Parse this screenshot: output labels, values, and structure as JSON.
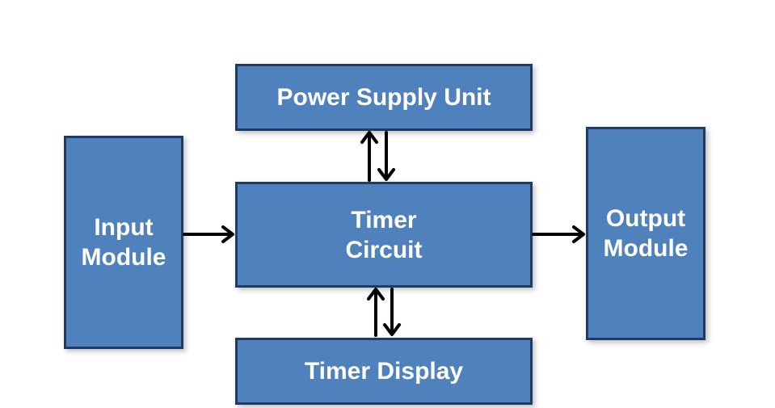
{
  "colors": {
    "block_fill": "#4f81bd",
    "block_border": "#1f3a64",
    "text": "#ffffff",
    "arrow": "#000000"
  },
  "blocks": {
    "power_supply": "Power Supply Unit",
    "input_module": "Input\nModule",
    "timer_circuit": "Timer\nCircuit",
    "output_module": "Output\nModule",
    "timer_display": "Timer Display"
  }
}
